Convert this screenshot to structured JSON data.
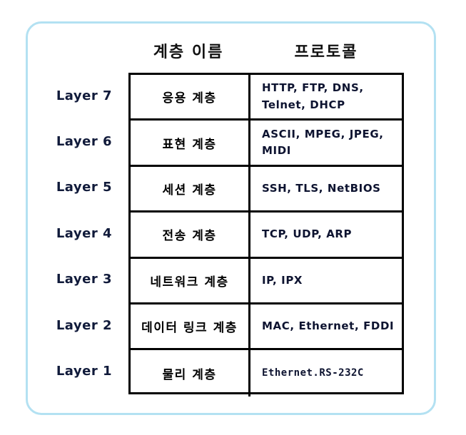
{
  "diagram": {
    "title_visible": false,
    "frame_color": "#b3e1f2",
    "grid_color": "#000000",
    "label_color": "#101a3a"
  },
  "headers": {
    "layer_name": "계층 이름",
    "protocol": "프로토콜"
  },
  "rows": [
    {
      "layer_label": "Layer 7",
      "layer_name": "응용 계층",
      "protocols": "HTTP, FTP, DNS, Telnet, DHCP",
      "mono": false
    },
    {
      "layer_label": "Layer 6",
      "layer_name": "표현 계층",
      "protocols": "ASCII, MPEG, JPEG, MIDI",
      "mono": false
    },
    {
      "layer_label": "Layer 5",
      "layer_name": "세션 계층",
      "protocols": "SSH, TLS, NetBIOS",
      "mono": false
    },
    {
      "layer_label": "Layer 4",
      "layer_name": "전송 계층",
      "protocols": "TCP, UDP, ARP",
      "mono": false
    },
    {
      "layer_label": "Layer 3",
      "layer_name": "네트워크 계층",
      "protocols": "IP, IPX",
      "mono": false
    },
    {
      "layer_label": "Layer 2",
      "layer_name": "데이터 링크 계층",
      "protocols": "MAC, Ethernet, FDDI",
      "mono": false
    },
    {
      "layer_label": "Layer 1",
      "layer_name": "물리 계층",
      "protocols": "Ethernet.RS-232C",
      "mono": true
    }
  ]
}
